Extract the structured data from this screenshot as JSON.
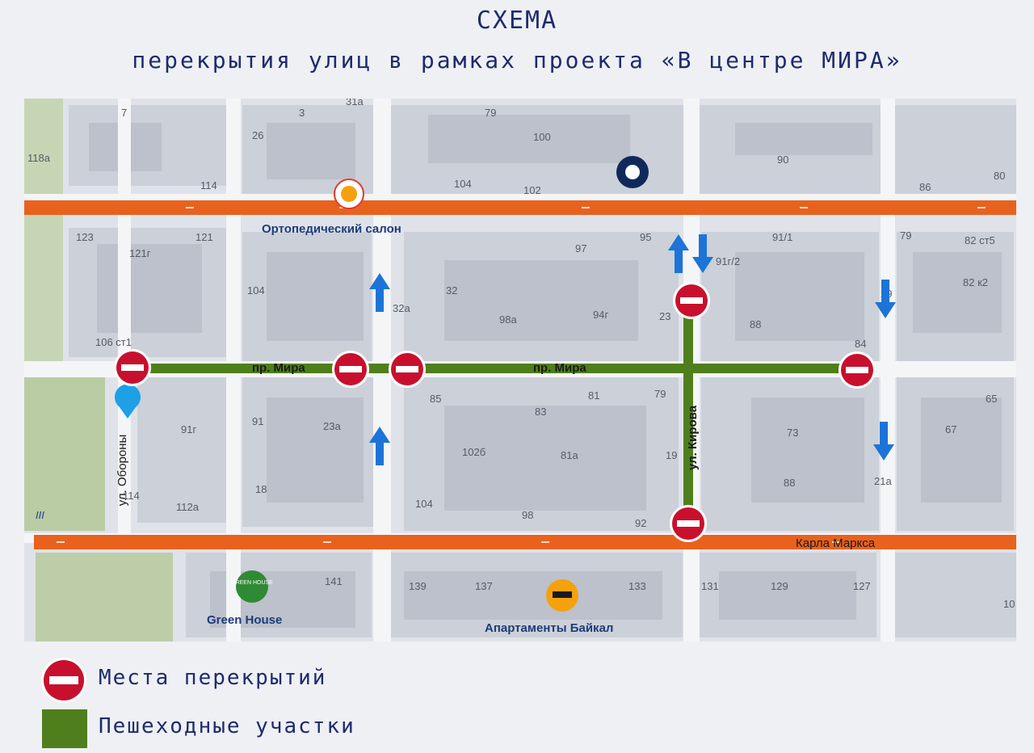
{
  "header": {
    "title": "СХЕМА",
    "subtitle": "перекрытия улиц в рамках проекта «В центре МИРА»"
  },
  "map": {
    "street_labels": {
      "mira_left": "пр. Мира",
      "mira_right": "пр. Мира",
      "kirova": "ул. Кирова",
      "oborony": "ул. Обороны",
      "karla_marksa": "Карла Маркса"
    },
    "poi": {
      "ortho": "Ортопедический салон",
      "green_house": "Green House",
      "green_house_logo": "GREEN HOUSE",
      "apartments": "Апартаменты Байкал"
    },
    "house_numbers": {
      "n7": "7",
      "n3": "3",
      "n31a": "31а",
      "n79a": "79",
      "n100": "100",
      "n26": "26",
      "n118a": "118а",
      "n114a": "114",
      "n104a": "104",
      "n102": "102",
      "n90": "90",
      "n86": "86",
      "n80": "80",
      "n123": "123",
      "n121": "121",
      "n121g": "121г",
      "n104b": "104",
      "n32": "32",
      "n32a": "32а",
      "n97": "97",
      "n95": "95",
      "n91_1": "91/1",
      "n91_2": "91г/2",
      "n79b": "79",
      "n82s5": "82 ст5",
      "n82k2": "82 к2",
      "n29": "29",
      "n98a": "98а",
      "n94": "94г",
      "n23": "23",
      "n88a": "88",
      "n84": "84",
      "n106": "106 ст1",
      "n85": "85",
      "n81": "81",
      "n79c": "79",
      "n65": "65",
      "n91": "91",
      "n91g": "91г",
      "n23a": "23а",
      "n83": "83",
      "n102b": "102б",
      "n81a": "81а",
      "n19": "19",
      "n73": "73",
      "n67": "67",
      "n114b": "114",
      "n112a": "112а",
      "n18": "18",
      "n104c": "104",
      "n98": "98",
      "n92": "92",
      "n88b": "88",
      "n21a": "21а",
      "n141": "141",
      "n139": "139",
      "n137": "137",
      "n133": "133",
      "n131": "131",
      "n129": "129",
      "n127": "127",
      "n10": "10",
      "nIII": "III"
    }
  },
  "legend": {
    "closures": "Места перекрытий",
    "pedestrian": "Пешеходные участки"
  },
  "colors": {
    "road_orange": "#e8621e",
    "pedestrian_green": "#4f7f1c",
    "no_entry_red": "#c8102e",
    "arrow_blue": "#1c74d8",
    "title_navy": "#1e2a6e"
  }
}
